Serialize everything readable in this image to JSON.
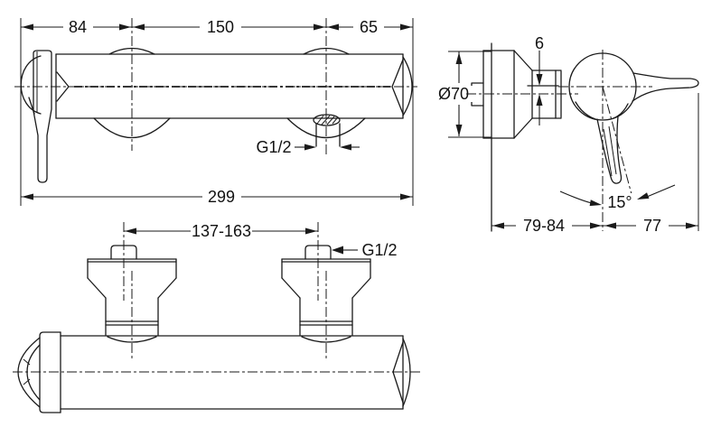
{
  "drawing": {
    "background": "#ffffff",
    "line_color": "#1a1a1a",
    "views": {
      "front": {
        "dims": {
          "left_offset": "84",
          "center_distance": "150",
          "right_offset": "65",
          "overall_length": "299",
          "outlet_thread": "G1/2"
        }
      },
      "side": {
        "dims": {
          "escutcheon_diameter": "Ø70",
          "eccentric_offset": "6",
          "lever_angle": "15°",
          "wall_depth": "79-84",
          "lever_length": "77"
        }
      },
      "top": {
        "dims": {
          "connection_range": "137-163",
          "inlet_thread": "G1/2"
        }
      }
    }
  }
}
